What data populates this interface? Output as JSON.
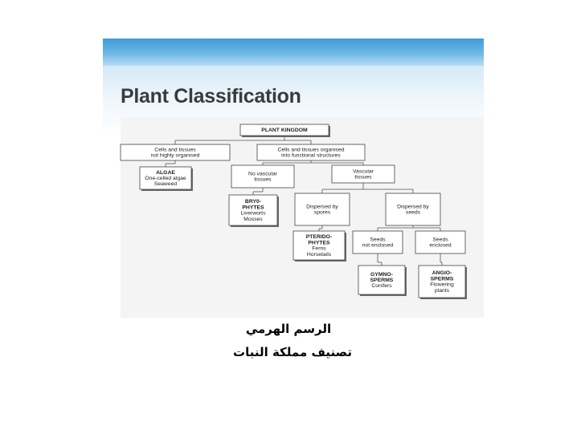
{
  "slide": {
    "title": "Plant Classification"
  },
  "tree": {
    "root": [
      "PLANT KINGDOM"
    ],
    "not_organised": [
      "Cells and tissues",
      "not highly organised"
    ],
    "organised": [
      "Cells and tissues organised",
      "into functional structures"
    ],
    "algae": [
      "ALGAE",
      "One-celled algae",
      "Seaweed"
    ],
    "no_vascular": [
      "No vascular",
      "tissues"
    ],
    "vascular": [
      "Vascular",
      "tissues"
    ],
    "bryophytes": [
      "BRY0-",
      "PHYTES",
      "Liverworts",
      "Mosses"
    ],
    "spores": [
      "Dispersed by",
      "spores"
    ],
    "seeds": [
      "Dispersed by",
      "seeds"
    ],
    "pteridophytes": [
      "PTERIDO-",
      "PHYTES",
      "Ferns",
      "Horsetails"
    ],
    "not_enclosed": [
      "Seeds",
      "not enclosed"
    ],
    "enclosed": [
      "Seeds",
      "enclosed"
    ],
    "gymnosperms": [
      "GYMNO-",
      "SPERMS",
      "Conifers"
    ],
    "angiosperms": [
      "ANGIO-",
      "SPERMS",
      "Flowering",
      "plants"
    ]
  },
  "caption": {
    "line1": "الرسم الهرمي",
    "line2": "تصنيف مملكة النبات"
  }
}
